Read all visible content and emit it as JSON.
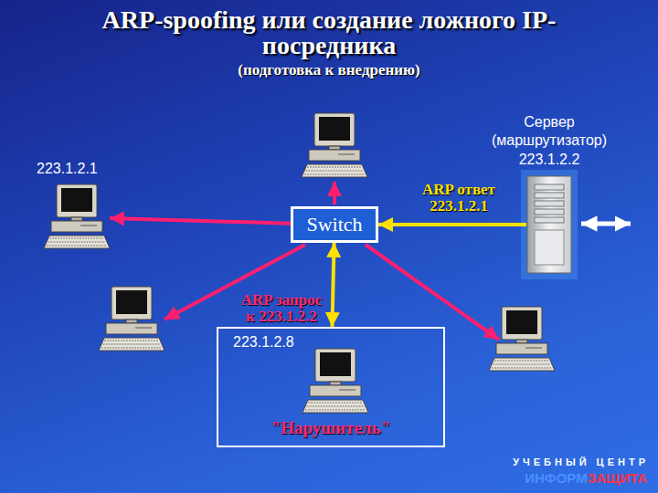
{
  "diagram": {
    "title": "ARP-spoofing или создание ложного IP-посредника",
    "nodes": [
      {
        "text": [
          "223.1.2.1"
        ]
      },
      {
        "text": [
          "Switch"
        ]
      },
      {
        "text": [
          "Сервер (маршрутизатор)",
          "223.1.2.2"
        ]
      },
      {
        "text": [
          "223.1.2.8",
          "\"Нарушитель\""
        ]
      }
    ],
    "edges": [
      {
        "from": 1,
        "to": 0,
        "arrow": "to"
      },
      {
        "from": 2,
        "to": 1,
        "label": "ARP ответ 223.1.2.1",
        "arrow": "to"
      },
      {
        "from": 1,
        "to": 3,
        "label": "ARP запрос к 223.1.2.2",
        "arrow": "both"
      }
    ],
    "labels": [
      "(подготовка к внедрению)",
      "УЧЕБНЫЙ ЦЕНТР",
      "ИНФОРМ",
      "ЗАЩИТА"
    ]
  }
}
